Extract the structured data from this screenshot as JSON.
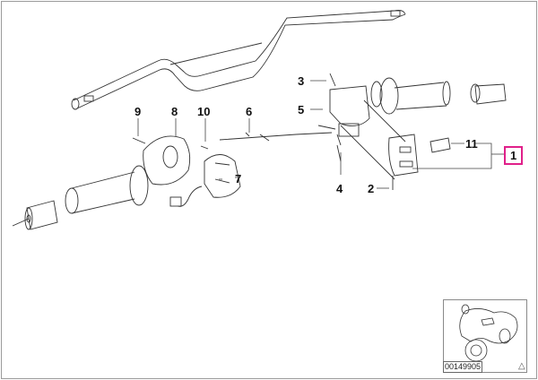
{
  "diagram": {
    "callouts": [
      {
        "id": "1",
        "label": "1",
        "highlighted": true
      },
      {
        "id": "2",
        "label": "2"
      },
      {
        "id": "3",
        "label": "3"
      },
      {
        "id": "4",
        "label": "4"
      },
      {
        "id": "5",
        "label": "5"
      },
      {
        "id": "6",
        "label": "6"
      },
      {
        "id": "7",
        "label": "7"
      },
      {
        "id": "8",
        "label": "8"
      },
      {
        "id": "9",
        "label": "9"
      },
      {
        "id": "10",
        "label": "10"
      },
      {
        "id": "11",
        "label": "11"
      }
    ],
    "highlight_color": "#e0208a"
  },
  "thumbnail": {
    "image_id": "00149905",
    "warning_icon": "triangle-warning-icon"
  }
}
